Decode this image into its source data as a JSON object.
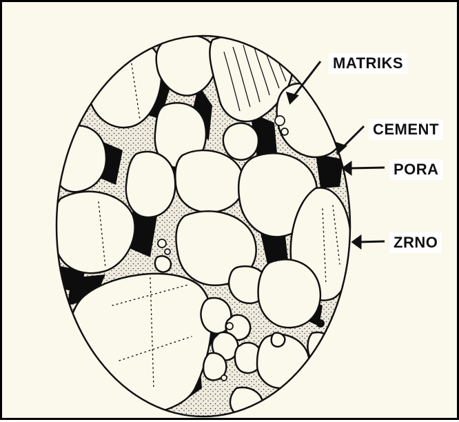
{
  "labels": {
    "matriks": "MATRIKS",
    "cement": "CEMENT",
    "pora": "PORA",
    "zrno": "ZRNO"
  },
  "colors": {
    "background": "#fbf8ec",
    "ink": "#111111",
    "pore": "#0d0d0d",
    "matrix_fill": "#efebde"
  }
}
